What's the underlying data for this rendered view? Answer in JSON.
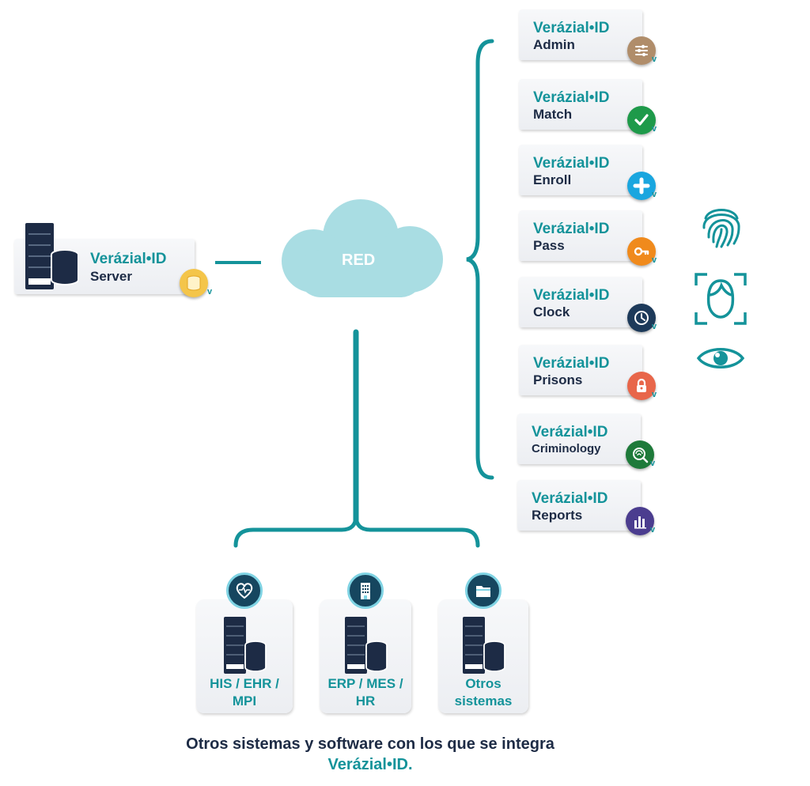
{
  "server": {
    "brand": "Verázial•ID",
    "name": "Server"
  },
  "network": {
    "label": "RED"
  },
  "modules": [
    {
      "brand": "Verázial•ID",
      "name": "Admin",
      "icon": "sliders-icon",
      "color": "#b08d6a"
    },
    {
      "brand": "Verázial•ID",
      "name": "Match",
      "icon": "checkmark-icon",
      "color": "#1e9a4a"
    },
    {
      "brand": "Verázial•ID",
      "name": "Enroll",
      "icon": "plus-icon",
      "color": "#1aa6df"
    },
    {
      "brand": "Verázial•ID",
      "name": "Pass",
      "icon": "key-icon",
      "color": "#f08a1c"
    },
    {
      "brand": "Verázial•ID",
      "name": "Clock",
      "icon": "clock-icon",
      "color": "#1d3a5a"
    },
    {
      "brand": "Verázial•ID",
      "name": "Prisons",
      "icon": "padlock-icon",
      "color": "#e8664a"
    },
    {
      "brand": "Verázial•ID",
      "name": "Criminology",
      "icon": "fingerprint-search-icon",
      "color": "#1e7a3a"
    },
    {
      "brand": "Verázial•ID",
      "name": "Reports",
      "icon": "bar-chart-icon",
      "color": "#4b3d8f"
    }
  ],
  "biometrics": [
    "fingerprint-icon",
    "face-scan-icon",
    "eye-icon"
  ],
  "systems": [
    {
      "label": "HIS / EHR / MPI",
      "icon": "heart-pulse-icon"
    },
    {
      "label": "ERP / MES / HR",
      "icon": "building-icon"
    },
    {
      "label": "Otros sistemas",
      "icon": "folder-icon"
    }
  ],
  "caption": {
    "line1": "Otros sistemas y software con los que se integra",
    "line2": "Verázial•ID."
  },
  "colors": {
    "teal": "#14939a",
    "navy": "#1d2b45",
    "cloud": "#a9dde3"
  }
}
